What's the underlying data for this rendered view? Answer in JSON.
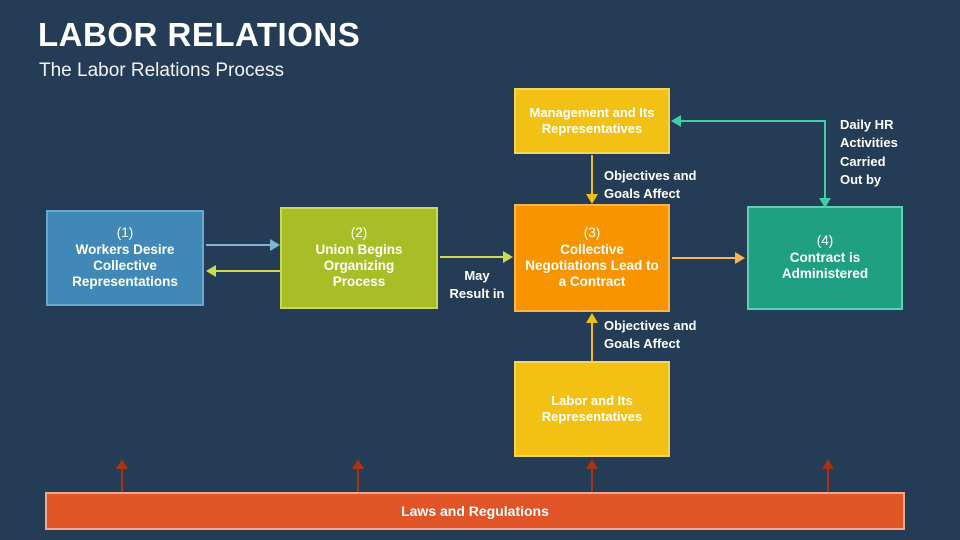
{
  "header": {
    "title": "LABOR RELATIONS",
    "subtitle": "The Labor Relations Process"
  },
  "colors": {
    "background": "#253c57",
    "box1_blue": "#3f88b7",
    "box2_olive": "#a8be26",
    "box3_orange": "#f79400",
    "box4_teal": "#1fa080",
    "golden": "#f3c014",
    "laws_orange": "#e15428",
    "law_arrow_red": "#a83212",
    "text_white": "#ffffff"
  },
  "boxes": {
    "workers": {
      "number": "(1)",
      "lines": [
        "Workers Desire",
        "Collective",
        "Representations"
      ]
    },
    "union": {
      "number": "(2)",
      "lines": [
        "Union Begins",
        "Organizing",
        "Process"
      ]
    },
    "negotiations": {
      "number": "(3)",
      "lines": [
        "Collective",
        "Negotiations Lead to",
        "a Contract"
      ]
    },
    "contract": {
      "number": "(4)",
      "lines": [
        "Contract is",
        "Administered"
      ]
    },
    "management": {
      "lines": [
        "Management and Its",
        "Representatives"
      ]
    },
    "labor": {
      "lines": [
        "Labor and Its",
        "Representatives"
      ]
    }
  },
  "laws_bar": {
    "label": "Laws and Regulations"
  },
  "edge_labels": {
    "objectives_top": [
      "Objectives and",
      "Goals Affect"
    ],
    "objectives_bottom": [
      "Objectives and",
      "Goals Affect"
    ],
    "daily_hr": [
      "Daily HR",
      "Activities",
      "Carried",
      "Out by"
    ],
    "may_result": [
      "May",
      "Result in"
    ]
  }
}
